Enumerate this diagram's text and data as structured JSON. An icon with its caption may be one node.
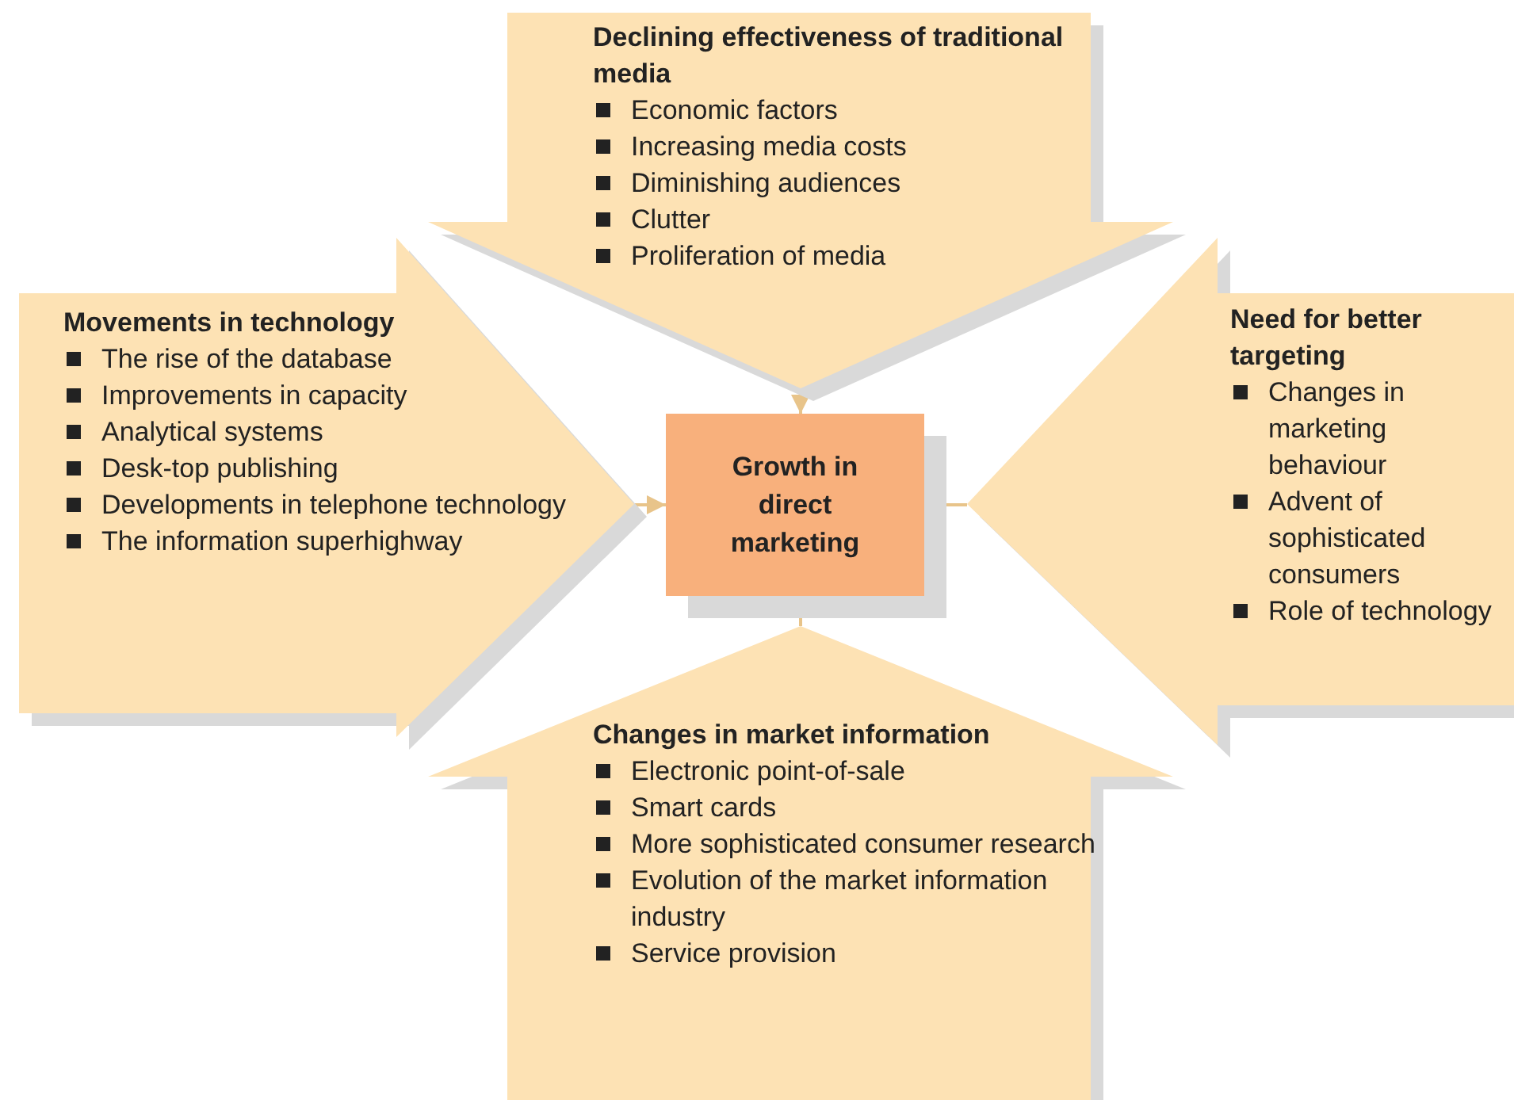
{
  "diagram": {
    "nodes": [
      {
        "text": [
          "Declining effectiveness of traditional media",
          "Economic factors",
          "Increasing media costs",
          "Diminishing audiences",
          "Clutter",
          "Proliferation of media"
        ]
      },
      {
        "text": [
          "Movements in technology",
          "The rise of the database",
          "Improvements in capacity",
          "Analytical systems",
          "Desk-top publishing",
          "Developments in telephone technology",
          "The information superhighway"
        ]
      },
      {
        "text": [
          "Growth in direct marketing"
        ]
      },
      {
        "text": [
          "Need for better targeting",
          "Changes in marketing behaviour",
          "Advent of sophisticated consumers",
          "Role of technology"
        ]
      },
      {
        "text": [
          "Changes in market information",
          "Electronic point-of-sale",
          "Smart cards",
          "More sophisticated consumer research",
          "Evolution of the market information industry",
          "Service provision"
        ]
      }
    ],
    "edges": [
      {
        "from": 0,
        "to": 2,
        "arrow": "to"
      },
      {
        "from": 1,
        "to": 2,
        "arrow": "to"
      },
      {
        "from": 3,
        "to": 2,
        "arrow": "to"
      },
      {
        "from": 4,
        "to": 2,
        "arrow": "to"
      }
    ]
  }
}
